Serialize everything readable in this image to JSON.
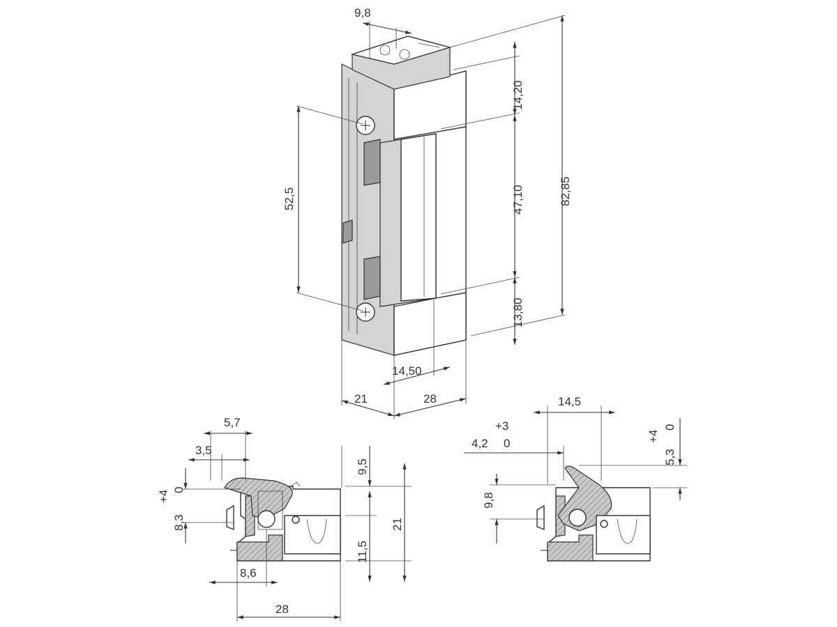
{
  "front_view": {
    "dimensions": {
      "top_width": "9,8",
      "top_height": "14,20",
      "screw_spacing": "52,5",
      "latch_height": "47,10",
      "total_height": "82,85",
      "bottom_height": "13,80",
      "latch_width": "14,50",
      "depth": "21",
      "face_width": "28"
    }
  },
  "section_left": {
    "dimensions": {
      "d_5_7": "5,7",
      "d_3_5": "3,5",
      "d_9_5": "9,5",
      "tol_plus4": "+4",
      "tol_0": "0",
      "d_8_3": "8,3",
      "d_21": "21",
      "d_11_5": "11,5",
      "d_8_6": "8,6",
      "d_28": "28"
    }
  },
  "section_right": {
    "dimensions": {
      "d_14_5": "14,5",
      "tol_plus3": "+3",
      "tol_0_a": "0",
      "d_4_2": "4,2",
      "tol_plus4": "+4",
      "tol_0_b": "0",
      "d_5_3": "5,3",
      "d_9_8": "9,8"
    }
  }
}
